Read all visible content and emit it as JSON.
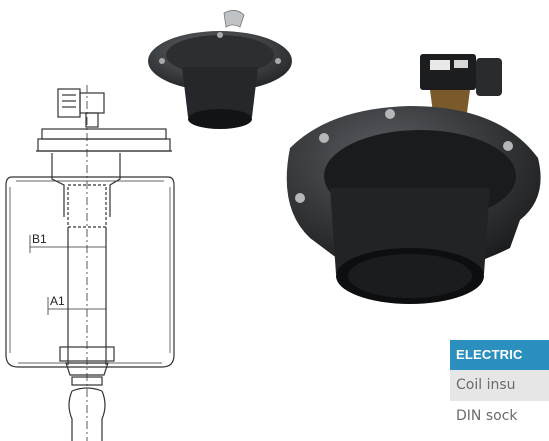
{
  "drawing": {
    "label_b1": "B1",
    "label_a1": "A1"
  },
  "spec_table": {
    "header": "ELECTRIC",
    "rows": [
      "Coil insu",
      "DIN sock"
    ],
    "accent_color": "#2b8fbf",
    "row_alt_color": "#e6e6e6"
  },
  "icons": [
    "pulse-valve-drawing",
    "small-valve-photo",
    "large-valve-photo"
  ]
}
